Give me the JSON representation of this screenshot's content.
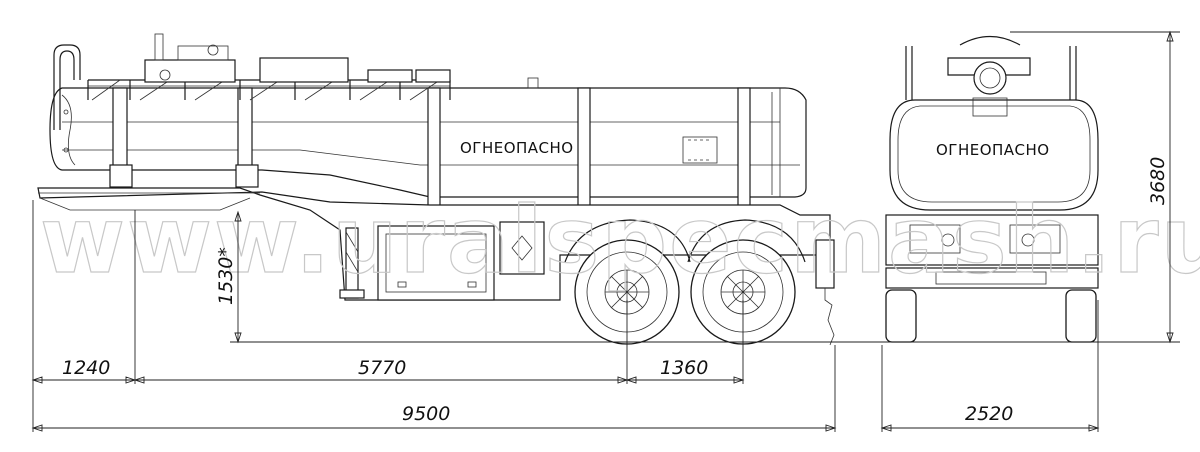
{
  "tank_label_side": "ОГНЕОПАСНО",
  "tank_label_rear": "ОГНЕОПАСНО",
  "watermark": "www.uralspecmash.ru",
  "dimensions": {
    "front_overhang": "1240",
    "kingpin_to_axle": "5770",
    "axle_spacing": "1360",
    "overall_length": "9500",
    "fifth_wheel_height": "1530*",
    "overall_height": "3680",
    "overall_width": "2520"
  }
}
